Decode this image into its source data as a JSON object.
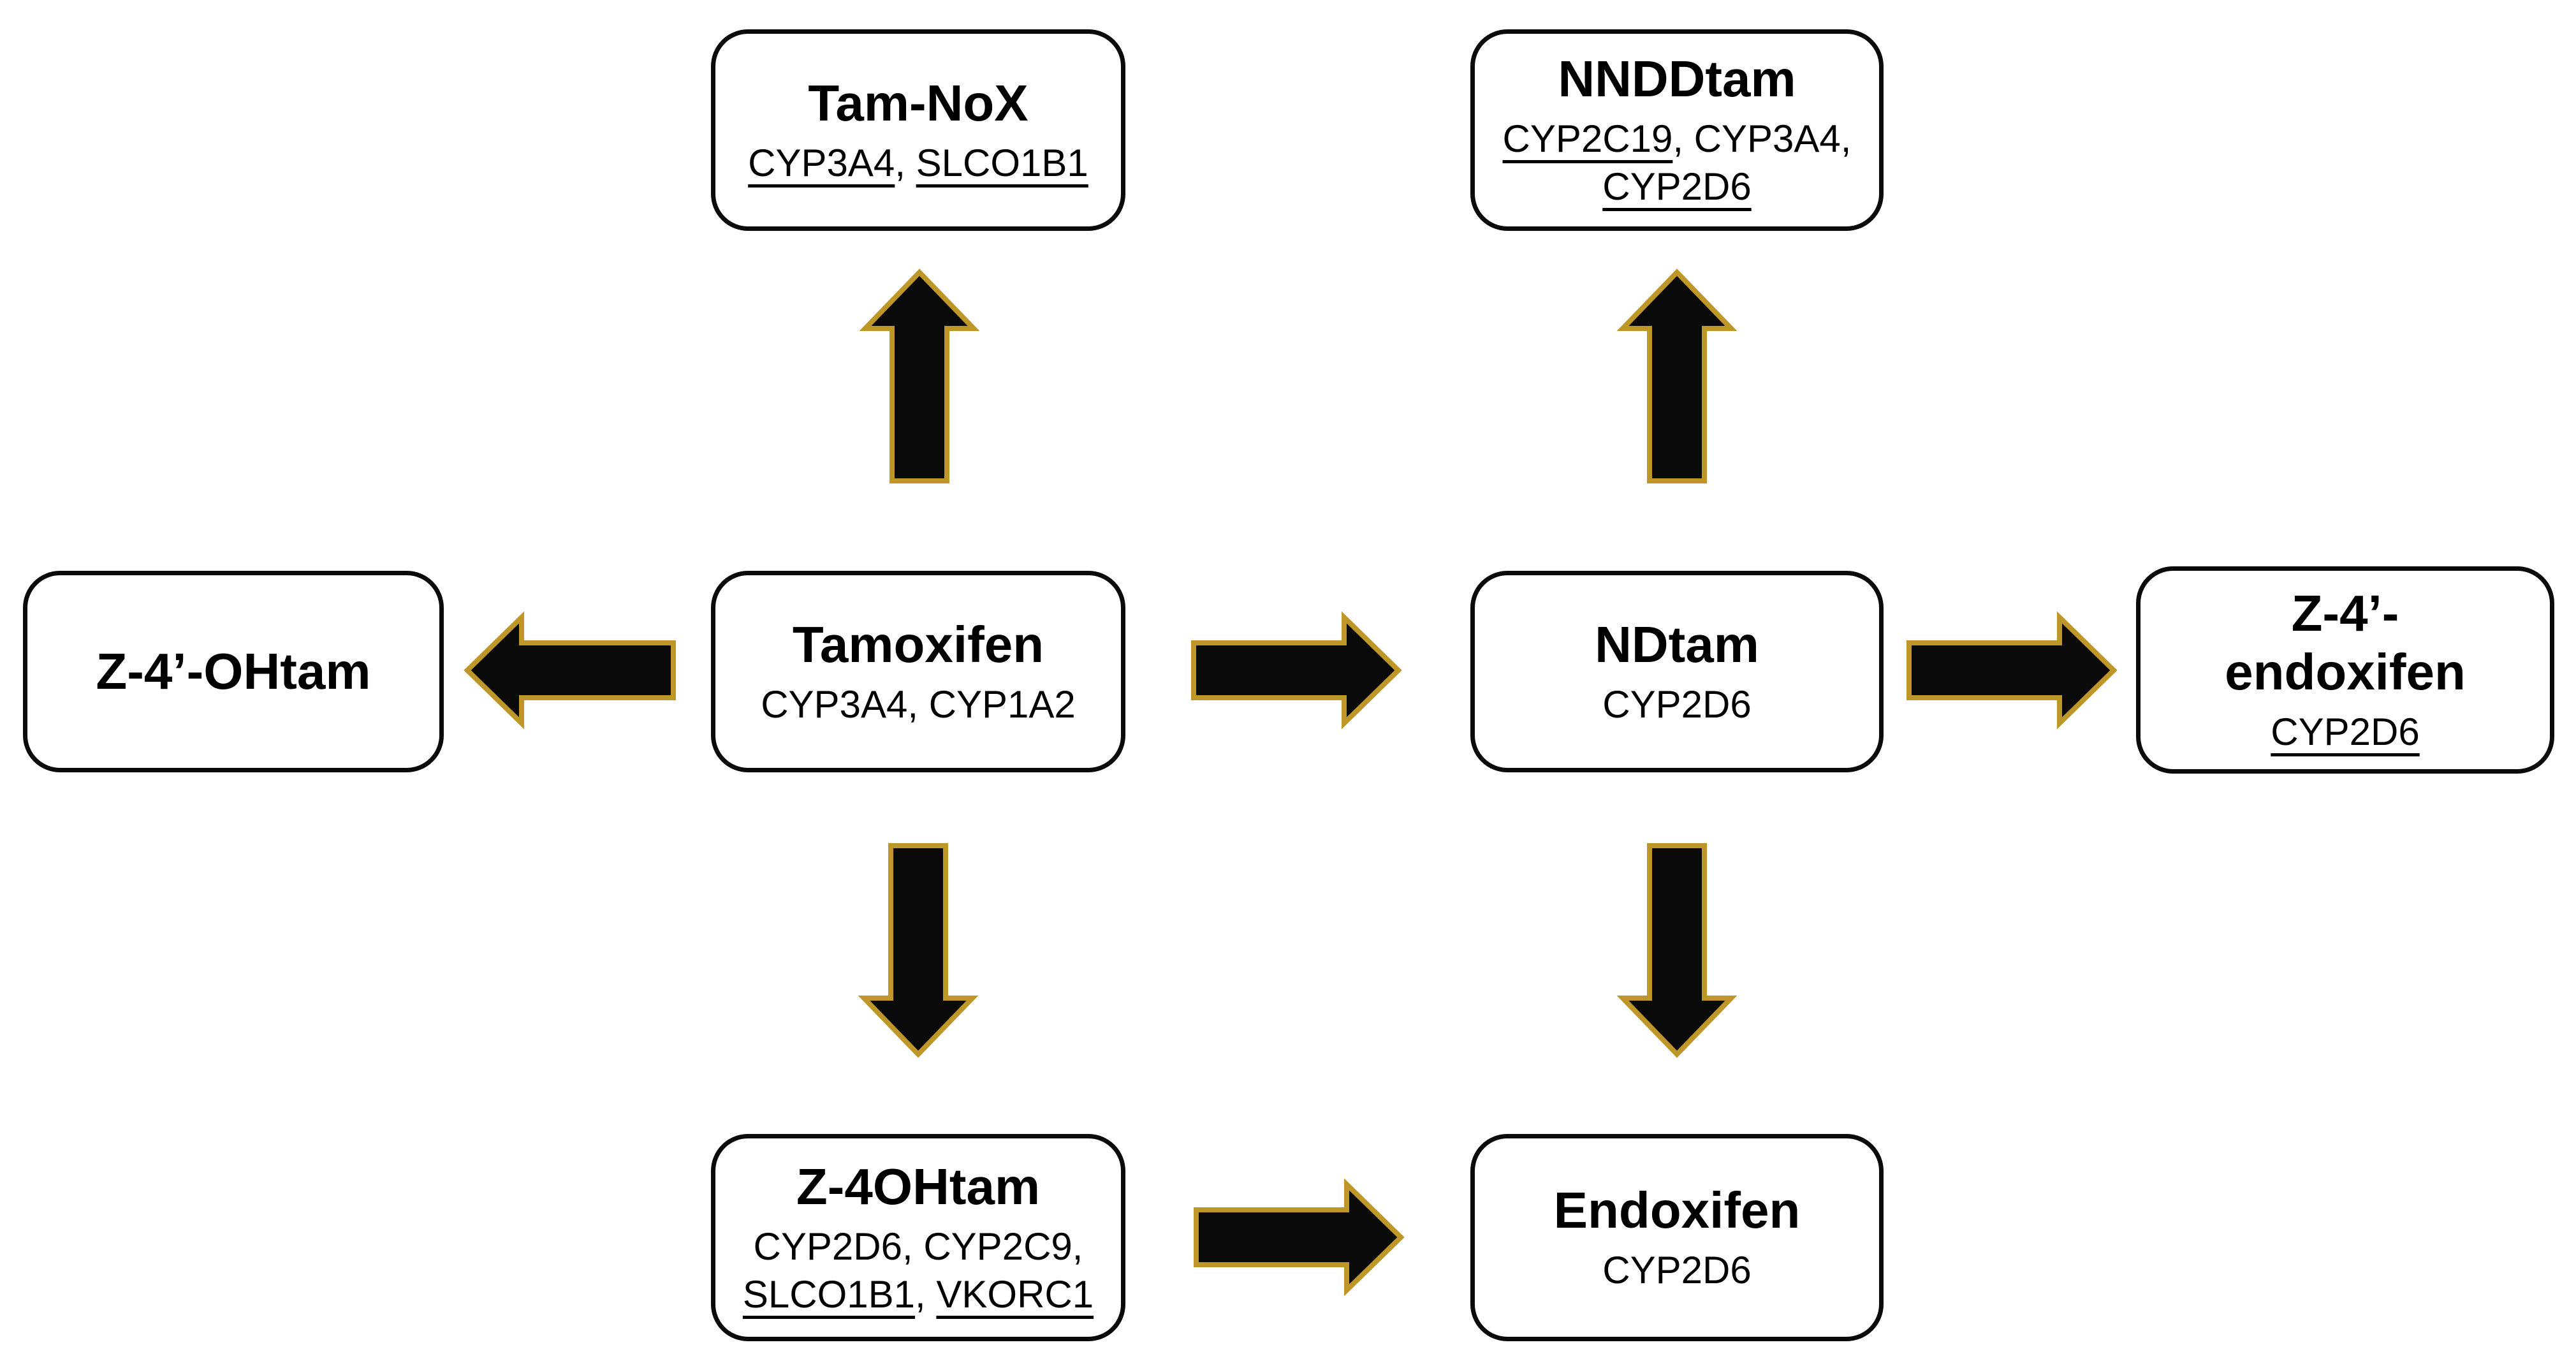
{
  "colors": {
    "background": "#ffffff",
    "box_border": "#0a0a0a",
    "text": "#000000",
    "arrow_fill": "#0a0a0a",
    "arrow_stroke": "#be9728"
  },
  "diagram": {
    "description": "Tamoxifen metabolic pathway with metabolites and associated genes",
    "nodes": {
      "tam_nox": {
        "label_lines": [
          "Tam-NoX"
        ],
        "gene_lines": [
          [
            {
              "t": "CYP3A4",
              "u": true
            },
            {
              "t": ", ",
              "u": false
            },
            {
              "t": "SLCO1B1",
              "u": true
            }
          ]
        ]
      },
      "nnddtam": {
        "label_lines": [
          "NNDDtam"
        ],
        "gene_lines": [
          [
            {
              "t": "CYP2C19",
              "u": true
            },
            {
              "t": ", CYP3A4,",
              "u": false
            }
          ],
          [
            {
              "t": "CYP2D6",
              "u": true
            }
          ]
        ]
      },
      "z4p_ohtam": {
        "label_lines": [
          "Z-4’-OHtam"
        ],
        "gene_lines": []
      },
      "tamoxifen": {
        "label_lines": [
          "Tamoxifen"
        ],
        "gene_lines": [
          [
            {
              "t": "CYP3A4, CYP1A2",
              "u": false
            }
          ]
        ]
      },
      "ndtam": {
        "label_lines": [
          "NDtam"
        ],
        "gene_lines": [
          [
            {
              "t": "CYP2D6",
              "u": false
            }
          ]
        ]
      },
      "z4p_endoxifen": {
        "label_lines": [
          "Z-4’-",
          "endoxifen"
        ],
        "gene_lines": [
          [
            {
              "t": "CYP2D6",
              "u": true
            }
          ]
        ]
      },
      "z4ohtam": {
        "label_lines": [
          "Z-4OHtam"
        ],
        "gene_lines": [
          [
            {
              "t": "CYP2D6, CYP2C9,",
              "u": false
            }
          ],
          [
            {
              "t": "SLCO1B1",
              "u": true
            },
            {
              "t": ", ",
              "u": false
            },
            {
              "t": "VKORC1",
              "u": true
            }
          ]
        ]
      },
      "endoxifen": {
        "label_lines": [
          "Endoxifen"
        ],
        "gene_lines": [
          [
            {
              "t": "CYP2D6",
              "u": false
            }
          ]
        ]
      }
    },
    "edges": [
      {
        "from": "tamoxifen",
        "to": "tam_nox",
        "direction": "up"
      },
      {
        "from": "tamoxifen",
        "to": "z4p_ohtam",
        "direction": "left"
      },
      {
        "from": "tamoxifen",
        "to": "ndtam",
        "direction": "right"
      },
      {
        "from": "tamoxifen",
        "to": "z4ohtam",
        "direction": "down"
      },
      {
        "from": "ndtam",
        "to": "nnddtam",
        "direction": "up"
      },
      {
        "from": "ndtam",
        "to": "z4p_endoxifen",
        "direction": "right"
      },
      {
        "from": "ndtam",
        "to": "endoxifen",
        "direction": "down"
      },
      {
        "from": "z4ohtam",
        "to": "endoxifen",
        "direction": "right"
      }
    ]
  }
}
